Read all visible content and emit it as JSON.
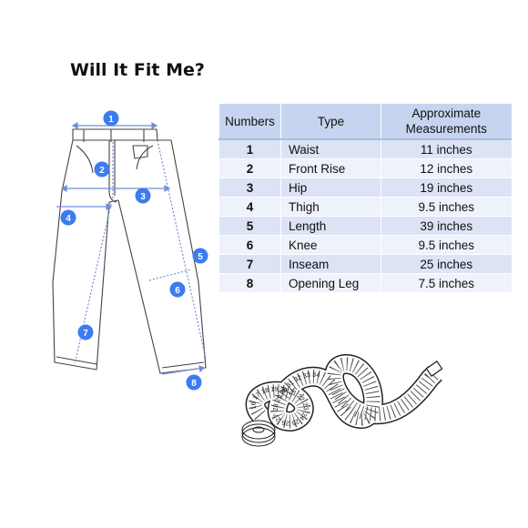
{
  "title": "Will It Fit Me?",
  "table": {
    "headers": [
      "Numbers",
      "Type",
      "Approximate Measurements"
    ],
    "rows": [
      {
        "number": "1",
        "type": "Waist",
        "value": "11 inches"
      },
      {
        "number": "2",
        "type": "Front Rise",
        "value": "12 inches"
      },
      {
        "number": "3",
        "type": "Hip",
        "value": "19 inches"
      },
      {
        "number": "4",
        "type": "Thigh",
        "value": "9.5 inches"
      },
      {
        "number": "5",
        "type": "Length",
        "value": "39 inches"
      },
      {
        "number": "6",
        "type": "Knee",
        "value": "9.5 inches"
      },
      {
        "number": "7",
        "type": "Inseam",
        "value": "25 inches"
      },
      {
        "number": "8",
        "type": "Opening Leg",
        "value": "7.5 inches"
      }
    ]
  },
  "diagram": {
    "markers": [
      "1",
      "2",
      "3",
      "4",
      "5",
      "6",
      "7",
      "8"
    ]
  },
  "tape_marks": [
    "16",
    "17",
    "18",
    "19",
    "20",
    "21",
    "22",
    "23",
    "24",
    "25",
    "26",
    "27",
    "28",
    "29",
    "30",
    "31",
    "32",
    "33",
    "34"
  ],
  "colors": {
    "marker": "#3d7bf0",
    "measure_line": "#6f8fd8",
    "header_bg": "#c7d4ef",
    "row_odd": "#dbe3f4",
    "row_even": "#eef2fa"
  }
}
